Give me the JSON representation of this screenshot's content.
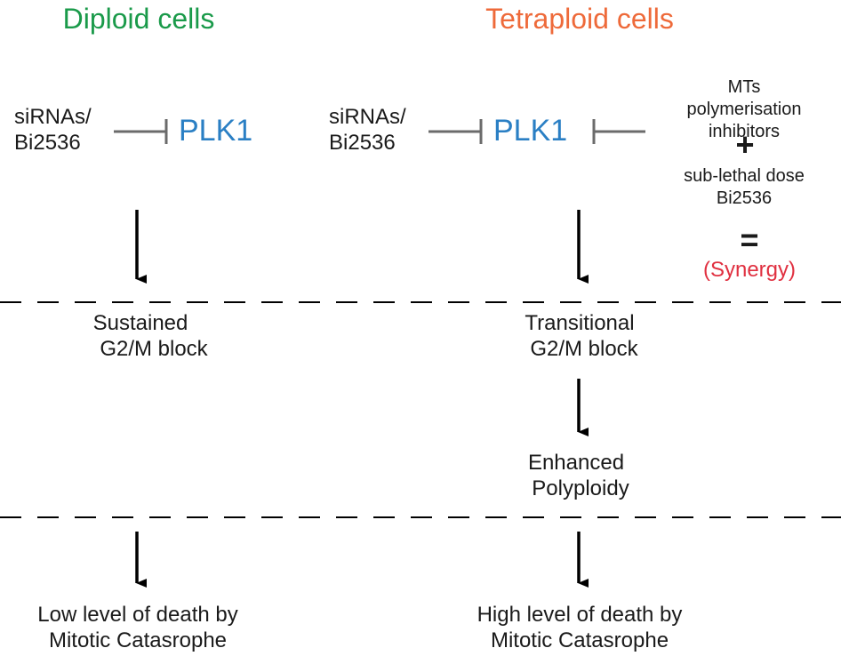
{
  "colors": {
    "diploid": "#1a9a4a",
    "tetraploid": "#ee6a3a",
    "plk1": "#2a7fc4",
    "synergy": "#e03040",
    "inhibitor_line": "#6b6b6b",
    "arrow": "#000000",
    "text": "#1a1a1a"
  },
  "diploid": {
    "title": "Diploid cells",
    "inhibitor_line1": "siRNAs/",
    "inhibitor_line2": "Bi2536",
    "target": "PLK1",
    "stage1_line1": "Sustained",
    "stage1_line2": "G2/M block",
    "outcome_line1": "Low level of death by",
    "outcome_line2": "Mitotic Catasrophe"
  },
  "tetraploid": {
    "title": "Tetraploid cells",
    "inhibitor_line1": "siRNAs/",
    "inhibitor_line2": "Bi2536",
    "target": "PLK1",
    "stage1_line1": "Transitional",
    "stage1_line2": "G2/M block",
    "stage2_line1": "Enhanced",
    "stage2_line2": "Polyploidy",
    "outcome_line1": "High level of death by",
    "outcome_line2": "Mitotic Catasrophe"
  },
  "combination": {
    "line1": "MTs",
    "line2": "polymerisation",
    "line3": "inhibitors",
    "plus": "+",
    "line4": "sub-lethal dose",
    "line5": "Bi2536",
    "equals": "=",
    "result": "(Synergy)"
  }
}
